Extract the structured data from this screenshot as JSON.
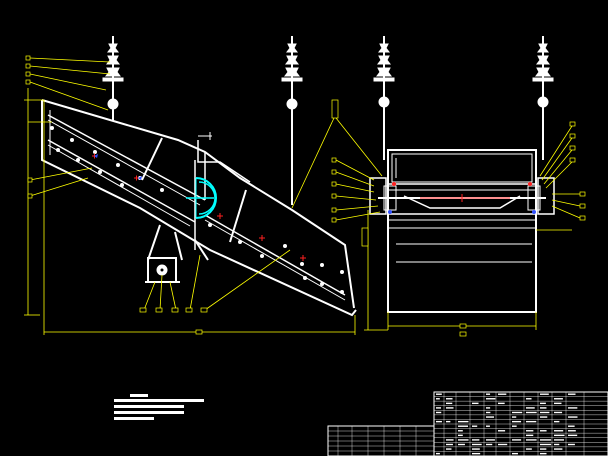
{
  "drawing": {
    "colors": {
      "background": "#000000",
      "outline": "#ffffff",
      "leader": "#ffff00",
      "exciter": "#00ffff",
      "marker": "#ff2020",
      "table_line": "#ffffff"
    },
    "views": [
      "side-elevation",
      "end-elevation"
    ],
    "suspension_rods": 4,
    "title_block_rows": 14,
    "title_block_cols": 12,
    "notes_lines": 4
  }
}
